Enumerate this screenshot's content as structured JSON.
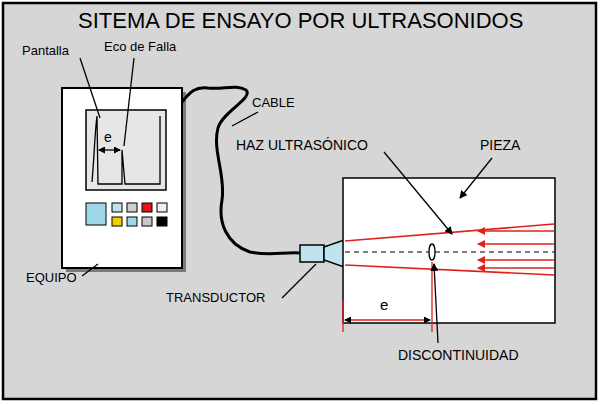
{
  "diagram": {
    "title": "SITEMA DE ENSAYO POR ULTRASONIDOS",
    "labels": [
      "Pantalla",
      "Eco de Falla",
      "e",
      "CABLE",
      "HAZ ULTRASÓNICO",
      "PIEZA",
      "EQUIPO",
      "TRANSDUCTOR",
      "e",
      "DISCONTINUIDAD"
    ]
  }
}
